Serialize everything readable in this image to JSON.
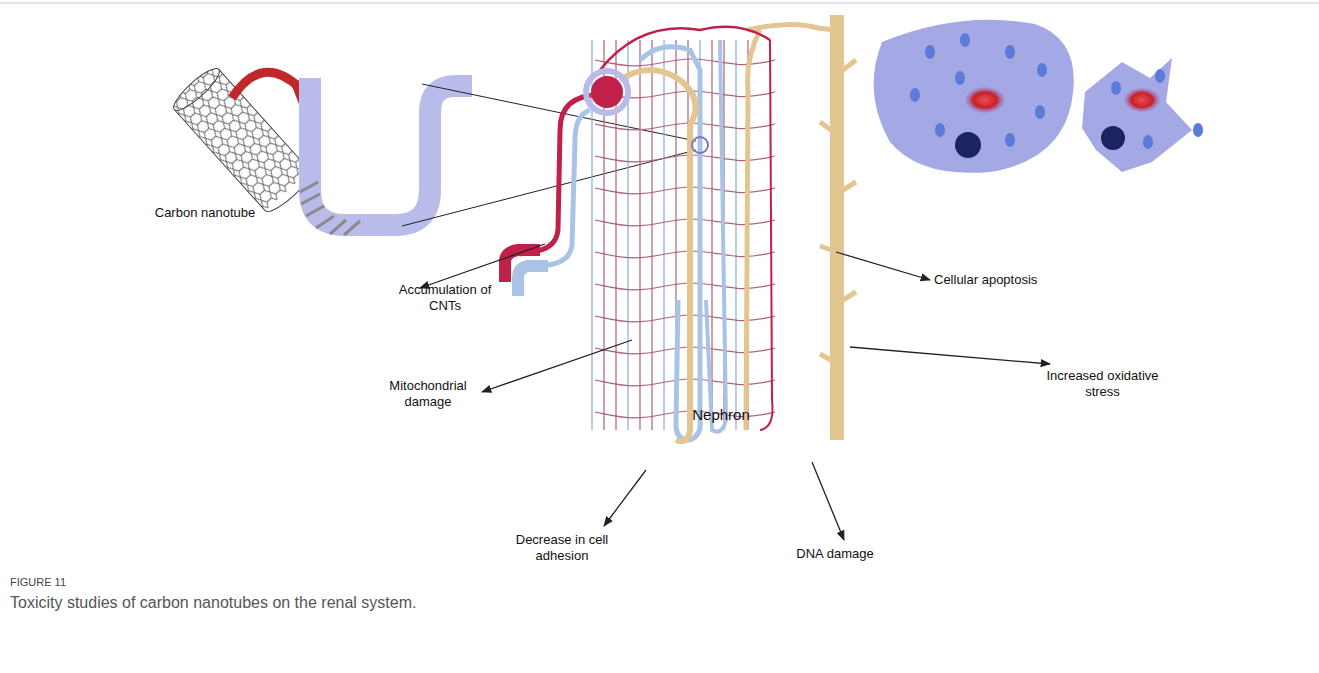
{
  "diagram": {
    "title": "FIGURE 11",
    "caption": "Toxicity studies of carbon nanotubes on the renal system.",
    "labels": [
      "Carbon nanotube",
      "Accumulation of CNTs",
      "Mitochondrial damage",
      "Nephron",
      "Cellular apoptosis",
      "Increased oxidative stress",
      "Decrease in cell adhesion",
      "DNA damage"
    ]
  }
}
